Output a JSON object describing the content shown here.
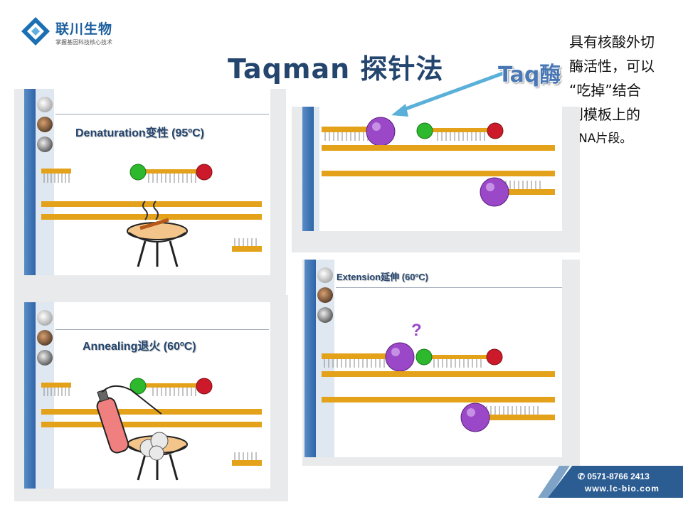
{
  "header": {
    "brand_name": "联川生物",
    "brand_tagline": "掌握基因科技核心技术",
    "title": "Taqman 探针法"
  },
  "annotation": {
    "enzyme_label": "Taq酶",
    "description_lines": [
      "具有核酸外切",
      "酶活性，可以",
      "“吃掉”结合",
      "到模板上的",
      "DNA片段。"
    ]
  },
  "panels": {
    "denaturation": {
      "label": "Denaturation变性 (95ºC)"
    },
    "annealing": {
      "label": "Annealing退火 (60ºC)"
    },
    "extension": {
      "label": "Extension延伸 (60ºC)",
      "question_mark": "?"
    }
  },
  "footer": {
    "phone": "✆ 0571-8766 2413",
    "website": "www.lc-bio.com"
  },
  "colors": {
    "title": "#24456e",
    "strand": "#e3a21a",
    "reporter": "#2db82d",
    "quencher": "#cc1a2a",
    "polymerase": "#9b48c8",
    "brand_blue": "#2c5d92"
  }
}
